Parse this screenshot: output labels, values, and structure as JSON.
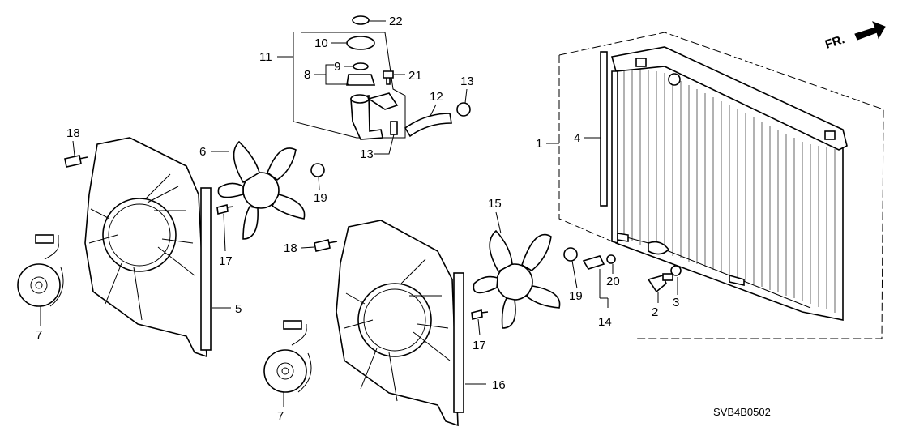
{
  "direction_label": "FR.",
  "diagram_code": "SVB4B0502",
  "callouts": {
    "c1": "1",
    "c2": "2",
    "c3": "3",
    "c4": "4",
    "c5": "5",
    "c6": "6",
    "c7a": "7",
    "c7b": "7",
    "c8": "8",
    "c9": "9",
    "c10": "10",
    "c11": "11",
    "c12": "12",
    "c13a": "13",
    "c13b": "13",
    "c14": "14",
    "c15": "15",
    "c16": "16",
    "c17a": "17",
    "c17b": "17",
    "c18a": "18",
    "c18b": "18",
    "c19a": "19",
    "c19b": "19",
    "c20": "20",
    "c21": "21",
    "c22": "22"
  }
}
